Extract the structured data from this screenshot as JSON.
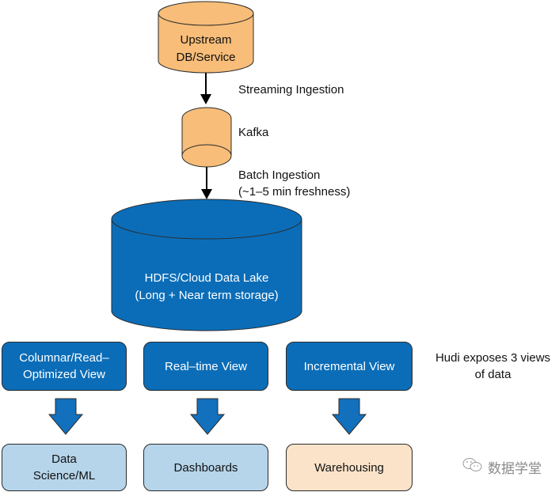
{
  "colors": {
    "source_fill": "#f7bd79",
    "lake_fill": "#0b6db8",
    "view_fill": "#0b6db8",
    "consumer_blue": "#b6d5ea",
    "consumer_peach": "#fae3c8",
    "stroke": "#2b2b2b"
  },
  "nodes": {
    "upstream": {
      "line1": "Upstream",
      "line2": "DB/Service"
    },
    "kafka": {
      "label": "Kafka"
    },
    "lake": {
      "line1": "HDFS/Cloud Data Lake",
      "line2": "(Long + Near term storage)"
    }
  },
  "edges": {
    "streaming": "Streaming Ingestion",
    "batch_line1": "Batch Ingestion",
    "batch_line2": "(~1–5 min freshness)"
  },
  "views": [
    {
      "line1": "Columnar/Read–",
      "line2": "Optimized View"
    },
    {
      "line1": "Real–time View"
    },
    {
      "line1": "Incremental View"
    }
  ],
  "consumers": [
    {
      "line1": "Data",
      "line2": "Science/ML"
    },
    {
      "line1": "Dashboards"
    },
    {
      "line1": "Warehousing"
    }
  ],
  "note": {
    "line1": "Hudi exposes 3 views",
    "line2": "of data"
  },
  "watermark": {
    "icon": "wechat-icon",
    "text": "数据学堂"
  }
}
